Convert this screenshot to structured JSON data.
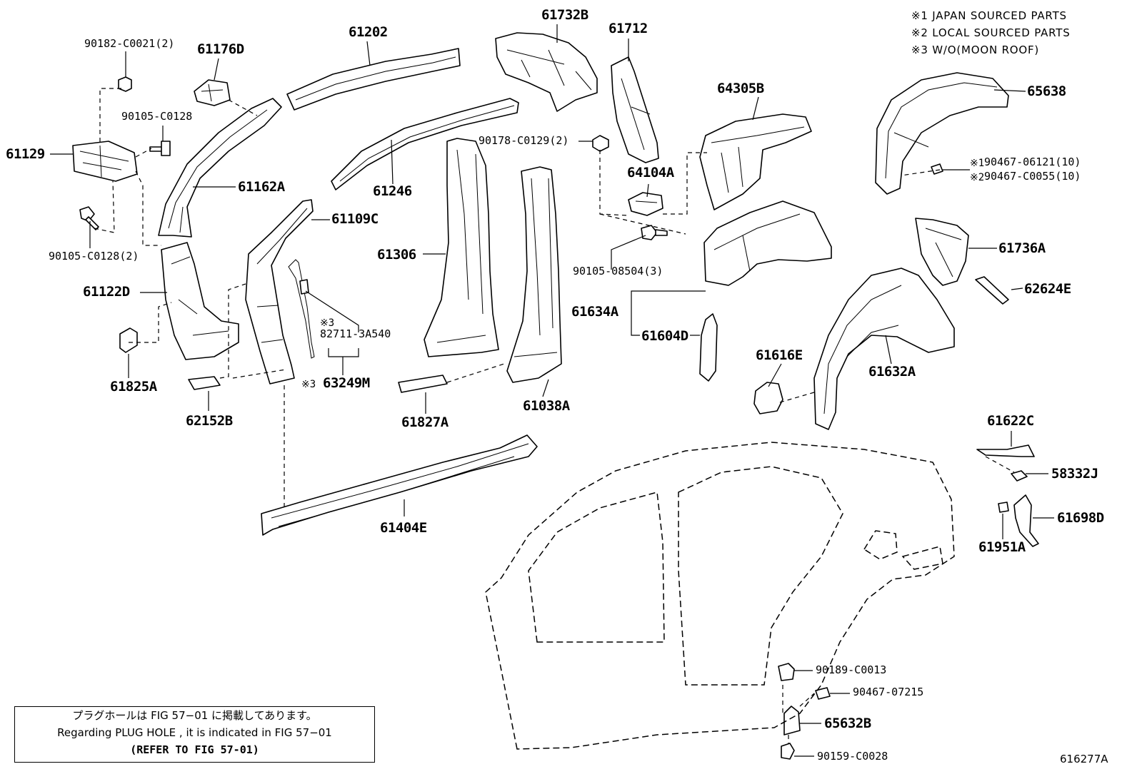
{
  "notes": [
    "※1 JAPAN SOURCED PARTS",
    "※2 LOCAL SOURCED PARTS",
    "※3 W/O(MOON ROOF)"
  ],
  "parts": {
    "p90182": "90182-C0021(2)",
    "p61176d": "61176D",
    "p61202": "61202",
    "p61732b": "61732B",
    "p61712": "61712",
    "p90105a": "90105-C0128",
    "p61129": "61129",
    "p61162a": "61162A",
    "p61246": "61246",
    "p90178": "90178-C0129(2)",
    "p64305b": "64305B",
    "p65638": "65638",
    "p64104a": "64104A",
    "p90467_1": "90467-06121(10)",
    "p90467_2": "90467-C0055(10)",
    "p61109c": "61109C",
    "p90105b": "90105-C0128(2)",
    "p61306": "61306",
    "p90105c": "90105-08504(3)",
    "p61736a": "61736A",
    "p61122d": "61122D",
    "p62624e": "62624E",
    "p61634a": "61634A",
    "p82711": "82711-3A540",
    "p61604d": "61604D",
    "p61616e": "61616E",
    "p61632a": "61632A",
    "p63249m": "63249M",
    "p61825a": "61825A",
    "p61038a": "61038A",
    "p62152b": "62152B",
    "p61827a": "61827A",
    "p61622c": "61622C",
    "p58332j": "58332J",
    "p61698d": "61698D",
    "p61404e": "61404E",
    "p61951a": "61951A",
    "p90189": "90189-C0013",
    "p90467_3": "90467-07215",
    "p65632b": "65632B",
    "p90159": "90159-C0028"
  },
  "marks": {
    "m3a": "※3",
    "m3b": "※3",
    "m1": "※1",
    "m2": "※2"
  },
  "info": {
    "line1": "プラグホールは FIG  57−01 に掲載してあります。",
    "line2": "Regarding  PLUG  HOLE , it is indicated in  FIG  57−01",
    "line3": "(REFER  TO  FIG  57-01)"
  },
  "figure_id": "616277A"
}
